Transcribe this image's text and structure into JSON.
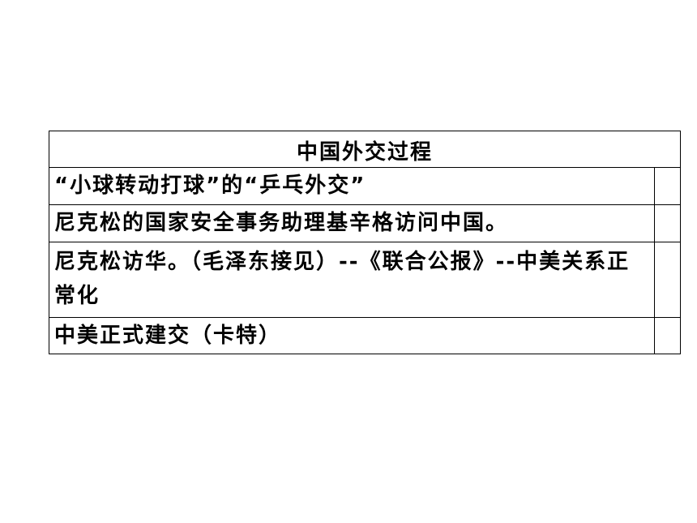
{
  "table": {
    "header": "中国外交过程",
    "rows": [
      {
        "text": "“小球转动打球”的“乒乓外交”",
        "side": ""
      },
      {
        "text": "尼克松的国家安全事务助理基辛格访问中国。",
        "side": ""
      },
      {
        "text": "尼克松访华。（毛泽东接见）--《联合公报》--中美关系正常化",
        "side": ""
      },
      {
        "text": "中美正式建交（卡特）",
        "side": ""
      }
    ]
  }
}
